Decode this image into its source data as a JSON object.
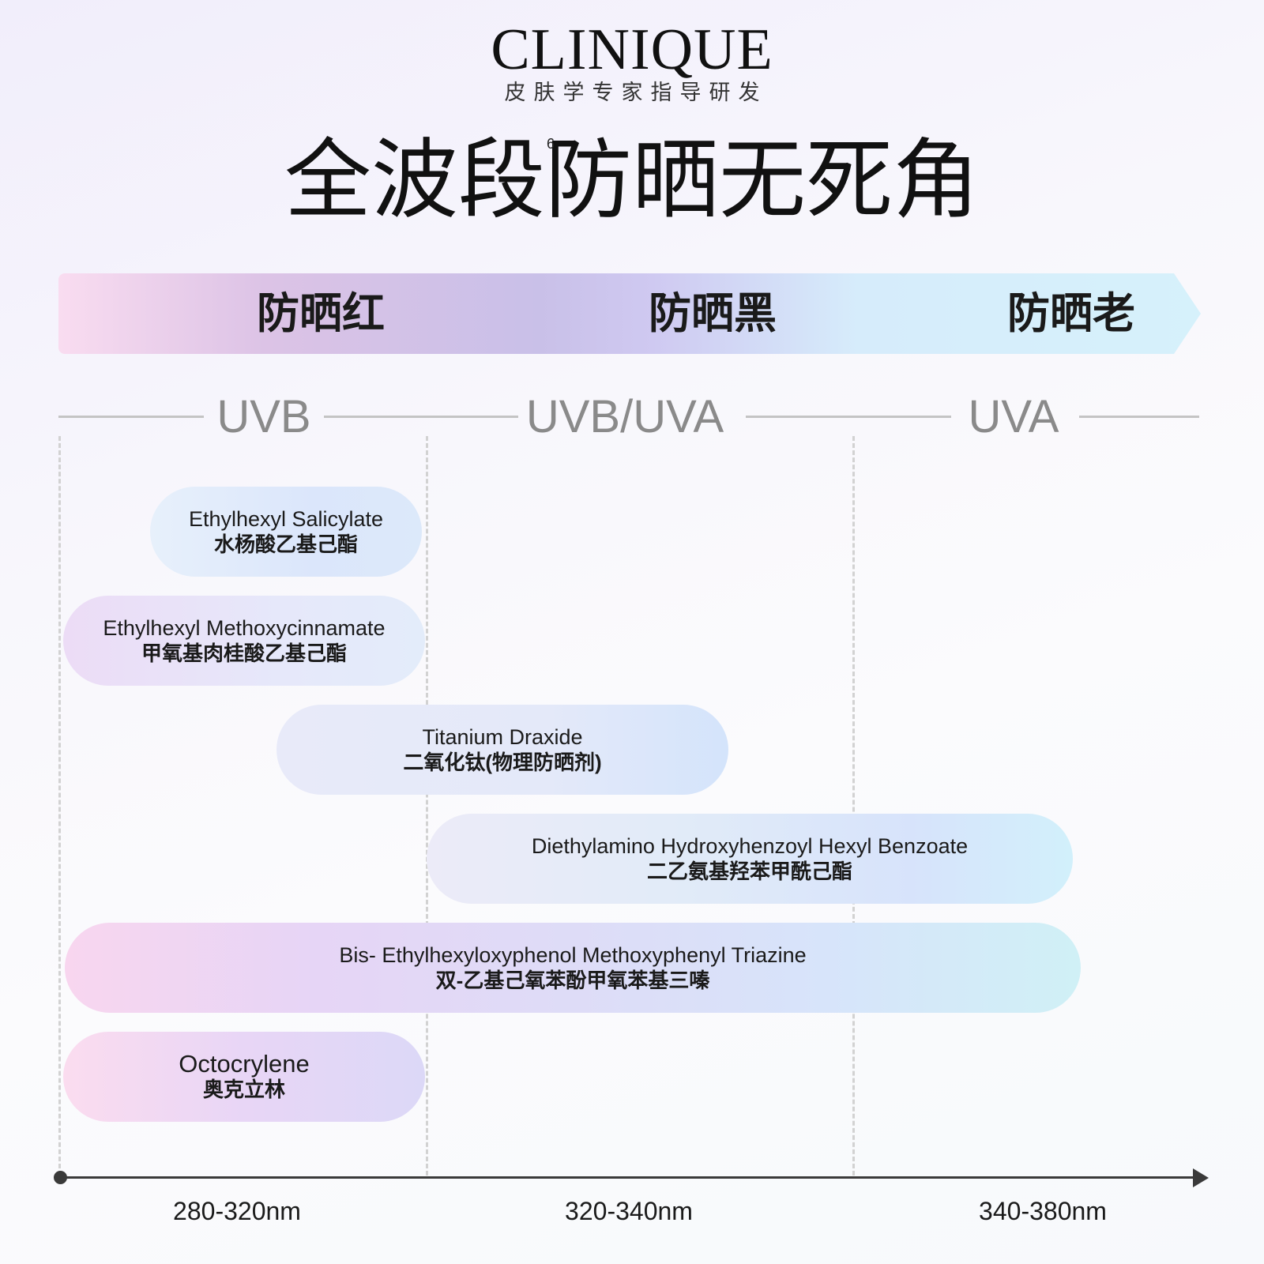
{
  "header": {
    "brand": "CLINIQUE",
    "tagline": "皮肤学专家指导研发",
    "title": "全波段防晒无死角",
    "footnote": "6"
  },
  "banner": {
    "segments": [
      "防晒红",
      "防晒黑",
      "防晒老"
    ]
  },
  "bands": [
    "UVB",
    "UVB/UVA",
    "UVA"
  ],
  "ingredients": [
    {
      "en": "Ethylhexyl Salicylate",
      "zh": "水杨酸乙基己酯"
    },
    {
      "en": "Ethylhexyl Methoxycinnamate",
      "zh": "甲氧基肉桂酸乙基己酯"
    },
    {
      "en": "Titanium Draxide",
      "zh": "二氧化钛(物理防晒剂)"
    },
    {
      "en": "Diethylamino Hydroxyhenzoyl Hexyl Benzoate",
      "zh": "二乙氨基羟苯甲酰己酯"
    },
    {
      "en": "Bis- Ethylhexyloxyphenol Methoxyphenyl Triazine",
      "zh": "双-乙基己氧苯酚甲氧苯基三嗪"
    },
    {
      "en": "Octocrylene",
      "zh": "奥克立林"
    }
  ],
  "axis": {
    "ranges": [
      "280-320nm",
      "320-340nm",
      "340-380nm"
    ]
  },
  "colors": {
    "pink": "#f9dcf0",
    "lavender": "#cfc9f1",
    "sky": "#d6f1fb",
    "axis": "#3a3a3a"
  }
}
